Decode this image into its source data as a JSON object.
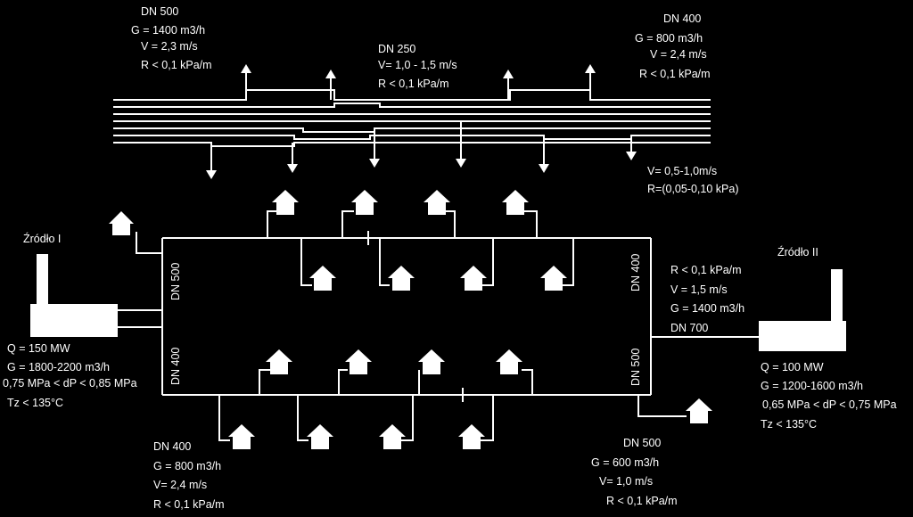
{
  "top_labels": {
    "left": [
      "DN 500",
      "G = 1400 m3/h",
      "V = 2,3 m/s",
      "R < 0,1 kPa/m"
    ],
    "center": [
      "DN 250",
      "V= 1,0 - 1,5 m/s",
      "R < 0,1 kPa/m"
    ],
    "right": [
      "DN 400",
      "G = 800 m3/h",
      "V = 2,4 m/s",
      "R < 0,1 kPa/m"
    ],
    "branch": [
      "V= 0,5-1,0m/s",
      "R=(0,05-0,10 kPa)"
    ]
  },
  "source1": {
    "name": "Źródło I",
    "params": [
      "Q = 150 MW",
      "G = 1800-2200 m3/h",
      "0,75 MPa < dP < 0,85 MPa",
      "Tz < 135°C"
    ]
  },
  "source2": {
    "name": "Źródło II",
    "params": [
      "Q = 100 MW",
      "G = 1200-1600 m3/h",
      "0,65 MPa < dP < 0,75 MPa",
      "Tz < 135°C"
    ]
  },
  "ring_labels": {
    "left_upper": "DN 500",
    "left_lower": "DN 400",
    "right_upper": "DN 400",
    "right_lower": "DN 500"
  },
  "right_upper_params": [
    "R < 0,1 kPa/m",
    "V = 1,5 m/s",
    "G = 1400 m3/h",
    "DN 700"
  ],
  "bottom_left_params": [
    "DN 400",
    "G = 800 m3/h",
    "V= 2,4 m/s",
    "R < 0,1 kPa/m"
  ],
  "bottom_right_params": [
    "DN 500",
    "G = 600 m3/h",
    "V= 1,0 m/s",
    "R < 0,1 kPa/m"
  ],
  "colors": {
    "background": "#000000",
    "foreground": "#ffffff"
  },
  "icons": {
    "consumer": "house-icon",
    "flow": "arrow-icon"
  }
}
